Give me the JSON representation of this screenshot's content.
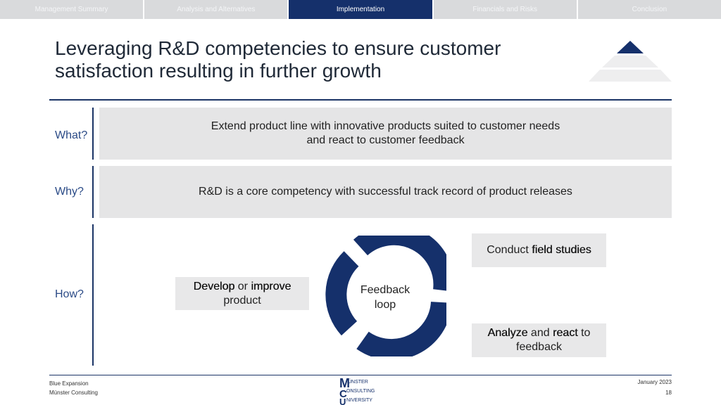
{
  "nav": {
    "tabs": [
      {
        "label": "Management Summary"
      },
      {
        "label": "Analysis and Alternatives"
      },
      {
        "label": "Implementation"
      },
      {
        "label": "Financials and Risks"
      },
      {
        "label": "Conclusion"
      }
    ],
    "active_index": 2
  },
  "title": "Leveraging R&D competencies to ensure customer satisfaction resulting in further growth",
  "rows": {
    "what": {
      "label": "What?",
      "text_line1": "Extend product line with innovative products suited to customer needs",
      "text_line2": "and react to customer feedback"
    },
    "why": {
      "label": "Why?",
      "text": "R&D is a core competency with successful track record of product releases"
    },
    "how": {
      "label": "How?",
      "develop": {
        "bold1": "Develop",
        "mid": " or ",
        "bold2": "improve",
        "line2": "product"
      },
      "field": {
        "pre": "Conduct ",
        "bold": "field studies"
      },
      "analyze": {
        "bold1": "Analyze",
        "mid": " and ",
        "bold2": "react",
        "post": " to",
        "line2": "feedback"
      },
      "loop": {
        "line1": "Feedback",
        "line2": "loop"
      }
    }
  },
  "footer": {
    "company": "Blue Expansion",
    "consultancy": "Münster Consulting",
    "date": "January 2023",
    "page": "18",
    "logo_text": {
      "line1": "ÜNSTER",
      "line2": "ONSULTING",
      "line3": "NIVERSITY"
    }
  },
  "colors": {
    "navy": "#15306b",
    "tab_inactive": "#d9dadc",
    "box_grey": "#e5e5e6",
    "label_blue": "#2a4a86"
  }
}
